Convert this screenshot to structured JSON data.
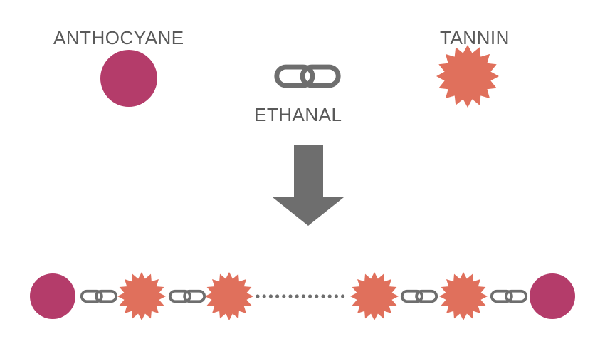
{
  "labels": {
    "anthocyane": "ANTHOCYANE",
    "tannin": "TANNIN",
    "ethanal": "ETHANAL"
  },
  "colors": {
    "anthocyane": "#b43c6a",
    "tannin": "#e0705c",
    "link": "#6e6e6e",
    "arrow": "#6e6e6e",
    "dots": "#6e6e6e",
    "text": "#595959"
  },
  "icons": {
    "anthocyane": "circle-molecule-icon",
    "tannin": "starburst-molecule-icon",
    "ethanal": "chain-link-icon",
    "reaction": "down-arrow-icon"
  },
  "chain": [
    "anthocyane",
    "ethanal",
    "tannin",
    "ethanal",
    "tannin",
    "ellipsis",
    "tannin",
    "ethanal",
    "tannin",
    "ethanal",
    "anthocyane"
  ]
}
